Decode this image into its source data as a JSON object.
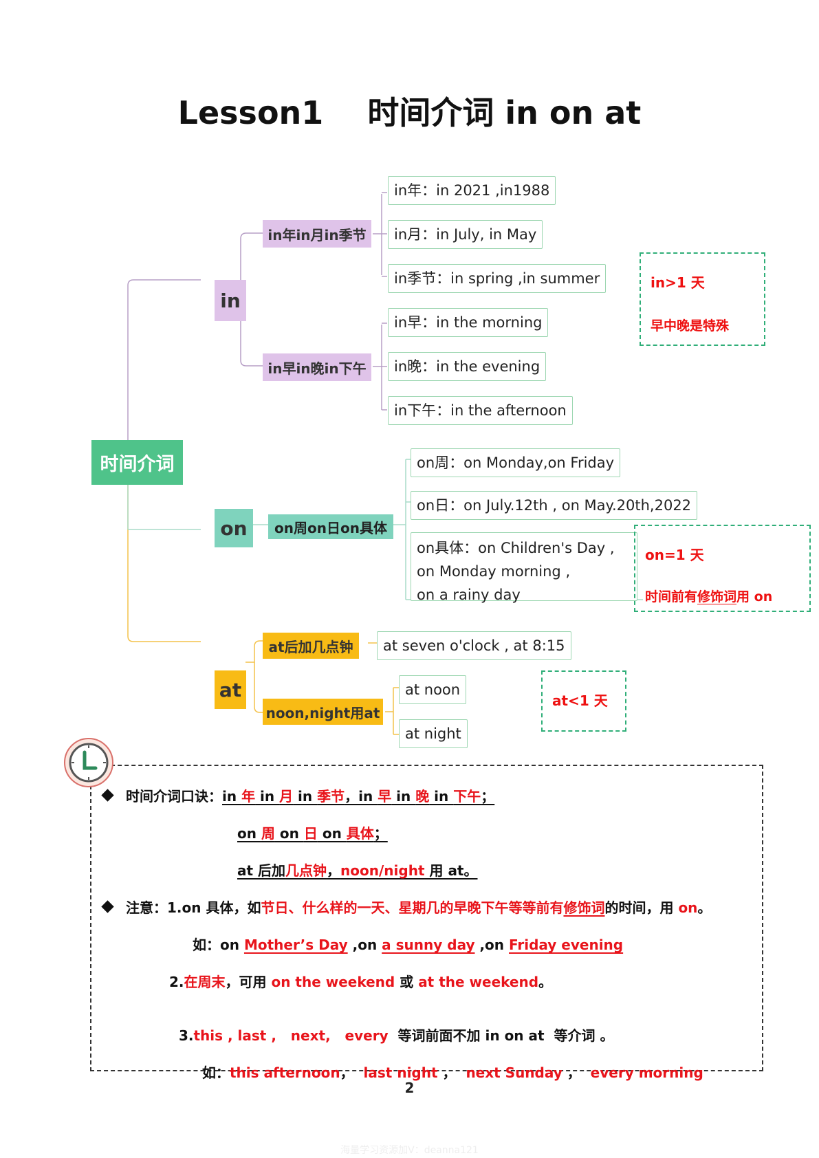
{
  "title": "Lesson1    时间介词 in on at",
  "root": "时间介词",
  "branches": {
    "in": {
      "label": "in",
      "sub1": "in年in月in季节",
      "sub1_leaves": [
        "in年：in 2021 ,in1988",
        "in月：in July, in May",
        "in季节：in spring ,in summer"
      ],
      "sub2": "in早in晚in下午",
      "sub2_leaves": [
        "in早：in the morning",
        "in晚：in the evening",
        "in下午：in the afternoon"
      ]
    },
    "on": {
      "label": "on",
      "sub1": "on周on日on具体",
      "leaves": [
        "on周：on Monday,on Friday",
        "on日：on July.12th , on May.20th,2022"
      ],
      "leaf3": [
        "on具体：on Children's Day ,",
        "on Monday morning ,",
        "on a rainy day"
      ]
    },
    "at": {
      "label": "at",
      "sub1": "at后加几点钟",
      "sub1_leaf": "at seven o'clock , at 8:15",
      "sub2": "noon,night用at",
      "sub2_leaves": [
        "at noon",
        "at night"
      ]
    }
  },
  "notes": {
    "in": {
      "line1": "in>1 天",
      "line2": "早中晚是特殊"
    },
    "on": {
      "line1": "on=1 天",
      "line2a": "时间前有",
      "line2b": "修饰词",
      "line2c": "用 on"
    },
    "at": {
      "line1": "at<1 天"
    }
  },
  "summary": {
    "l1": {
      "label": "时间介词口诀：",
      "p1": "in ",
      "r1": "年",
      "p2": " in ",
      "r2": "月",
      "p3": " in ",
      "r3": "季节",
      "p4": "，in ",
      "r4": "早",
      "p5": " in ",
      "r5": "晚",
      "p6": " in ",
      "r6": "下午",
      "p7": "；"
    },
    "l2": {
      "p1": "on ",
      "r1": "周",
      "p2": " on ",
      "r2": "日",
      "p3": " on ",
      "r3": "具体",
      "p4": "；"
    },
    "l3": {
      "p1": "at 后加",
      "r1": "几点钟",
      "p2": "，",
      "r2": "noon/night",
      "p3": " 用 at。"
    },
    "l4": {
      "p1": "注意：1.on 具体，如",
      "r1": "节日、什么样的一天、星期几的早晚下午等等前有",
      "r2": "修饰词",
      "p2": "的时间，用 ",
      "r3": "on",
      "p3": "。"
    },
    "l5": {
      "p1": "如：on ",
      "r1": "Mother’s Day",
      "p2": " ,on ",
      "r2": "a sunny day",
      "p3": " ,on ",
      "r3": "Friday evening"
    },
    "l6": {
      "p1": "2.",
      "r1": "在周末",
      "p2": "，可用 ",
      "r2": "on the weekend",
      "p3": "  或  ",
      "r3": "at the weekend",
      "p4": "。"
    },
    "l7": {
      "p1": "3.",
      "r1": "this , last ,   next,   every",
      "p2": "  等词前面不加 in on at  等介词 。"
    },
    "l8": {
      "p1": "如：",
      "r1": "this afternoon",
      "p2": "，  ",
      "r2": "last night",
      "p3": " ，  ",
      "r3": "next Sunday",
      "p4": " ，  ",
      "r4": "every morning"
    }
  },
  "page_number": "2",
  "watermark": "海量学习资源加V：deanna121",
  "colors": {
    "root": "#4fc38a",
    "in": "#dfc3e9",
    "on": "#7fd3bd",
    "at": "#f8bb15",
    "red": "#e8141b",
    "leaf_border": "#9bd6b0",
    "note_border": "#2fae78"
  }
}
